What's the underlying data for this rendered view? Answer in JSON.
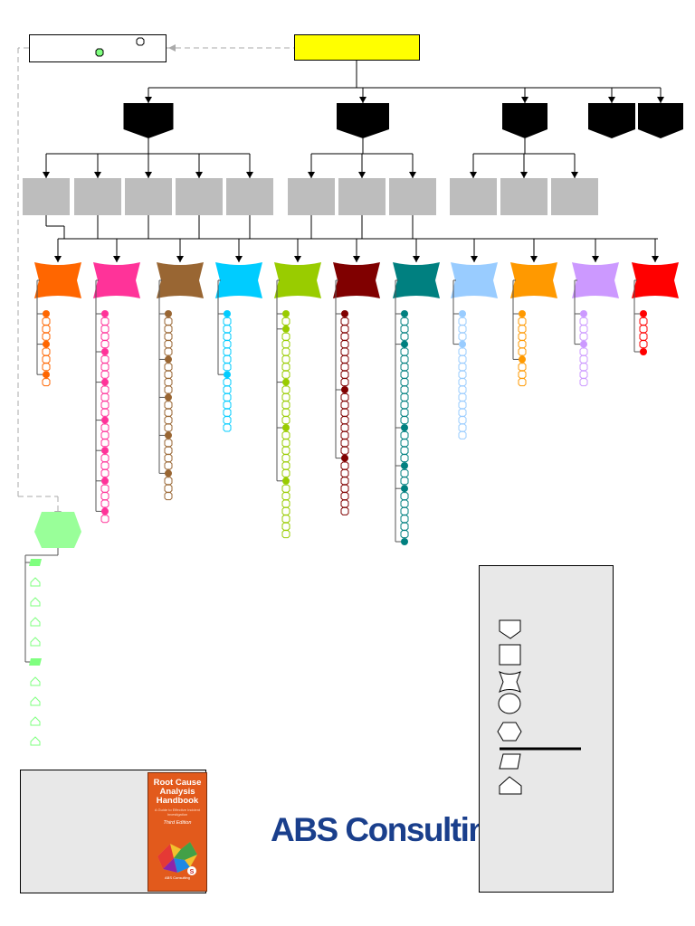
{
  "colors": {
    "top_node": "#ffff00",
    "category": "#000000",
    "subcategory": "#bdbdbd",
    "start_node": "#99ff99",
    "connector_dashed": "#aaaaaa",
    "panel": "#e8e8e8",
    "logo": "#1a3f8c"
  },
  "category_nodes": 5,
  "subcategory_groups": [
    5,
    3,
    3
  ],
  "node_columns": [
    {
      "color": "#ff6600",
      "dots": [
        0,
        4,
        8
      ],
      "items": 10
    },
    {
      "color": "#ff3399",
      "dots": [
        0,
        5,
        9,
        14,
        18,
        22,
        26
      ],
      "items": 28
    },
    {
      "color": "#996633",
      "dots": [
        0,
        6,
        11,
        16,
        21
      ],
      "items": 25
    },
    {
      "color": "#00ccff",
      "dots": [
        0,
        8
      ],
      "items": 16
    },
    {
      "color": "#99cc00",
      "dots": [
        0,
        2,
        9,
        15,
        22
      ],
      "items": 30
    },
    {
      "color": "#800000",
      "dots": [
        0,
        10,
        19
      ],
      "items": 27
    },
    {
      "color": "#008080",
      "dots": [
        0,
        4,
        15,
        20,
        23,
        30
      ],
      "items": 31
    },
    {
      "color": "#99ccff",
      "dots": [
        0,
        4
      ],
      "items": 17
    },
    {
      "color": "#ff9900",
      "dots": [
        0,
        6
      ],
      "items": 10
    },
    {
      "color": "#cc99ff",
      "dots": [
        0,
        4
      ],
      "items": 10
    },
    {
      "color": "#ff0000",
      "dots": [
        0,
        5
      ],
      "items": 6
    }
  ],
  "side_branch": {
    "items": 10,
    "markers": [
      0,
      5
    ]
  },
  "book": {
    "title": "Root Cause Analysis Handbook",
    "subtitle": "A Guide to Effective Incident Investigation",
    "edition": "Third Edition",
    "publisher": "ABS Consulting"
  },
  "logo_text": "ABS Consulting",
  "legend_shapes": [
    "category-shape",
    "subcategory-shape",
    "node-shape",
    "root-cause-shape",
    "start-shape",
    "divider",
    "branch-shape",
    "side-item-shape"
  ]
}
